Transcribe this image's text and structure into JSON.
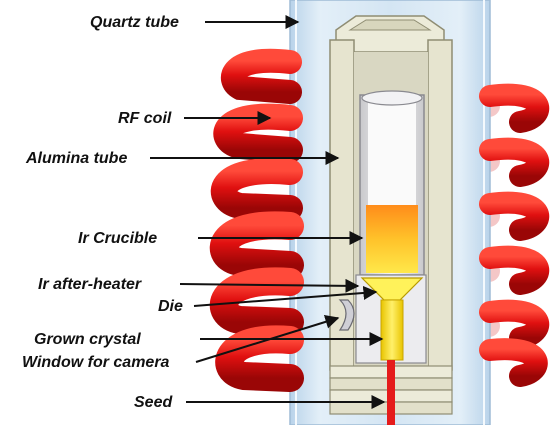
{
  "labels": {
    "quartz_tube": "Quartz tube",
    "rf_coil": "RF coil",
    "alumina_tube": "Alumina tube",
    "ir_crucible": "Ir Crucible",
    "ir_after_heater": "Ir after-heater",
    "die": "Die",
    "grown_crystal": "Grown crystal",
    "window_for_camera": "Window for camera",
    "seed": "Seed"
  },
  "colors": {
    "quartz": "#cfe2f1",
    "coil": "#e01010",
    "coil_dark": "#a00808",
    "alumina": "#e6e4cf",
    "crucible_wall": "#e8e8ea",
    "melt_top": "#ff9a1a",
    "melt_bottom": "#ffe23a",
    "crystal": "#f5d600",
    "seed": "#e51b1b",
    "arrow": "#111111"
  }
}
